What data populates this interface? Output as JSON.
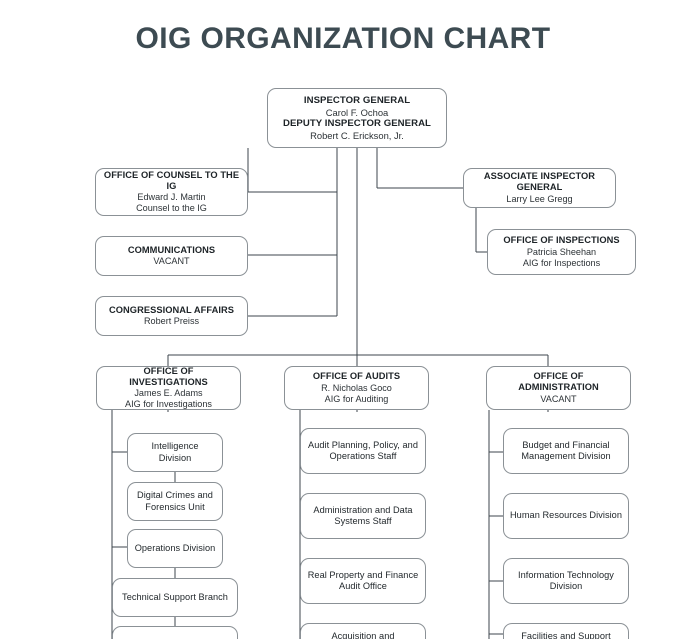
{
  "page": {
    "title": "OIG ORGANIZATION CHART",
    "background_color": "#ffffff",
    "title_color": "#3d4b52",
    "box_border_color": "#8b9196",
    "line_color": "#3c464c"
  },
  "nodes": {
    "inspector_general": {
      "title": "INSPECTOR GENERAL",
      "name": "Carol F. Ochoa",
      "deputy_title": "DEPUTY INSPECTOR GENERAL",
      "deputy_name": "Robert C. Erickson, Jr."
    },
    "counsel": {
      "title": "OFFICE OF COUNSEL TO THE IG",
      "name": "Edward J. Martin",
      "role": "Counsel to the IG"
    },
    "communications": {
      "title": "COMMUNICATIONS",
      "name": "VACANT"
    },
    "congressional_affairs": {
      "title": "CONGRESSIONAL AFFAIRS",
      "name": "Robert Preiss"
    },
    "associate_ig": {
      "title": "ASSOCIATE INSPECTOR GENERAL",
      "name": "Larry Lee Gregg"
    },
    "inspections": {
      "title": "OFFICE OF INSPECTIONS",
      "name": "Patricia Sheehan",
      "role": "AIG for Inspections"
    },
    "investigations": {
      "title": "OFFICE OF INVESTIGATIONS",
      "name": "James E. Adams",
      "role": "AIG for Investigations"
    },
    "audits": {
      "title": "OFFICE OF AUDITS",
      "name": "R. Nicholas Goco",
      "role": "AIG for Auditing"
    },
    "administration": {
      "title": "OFFICE OF ADMINISTRATION",
      "name": "VACANT"
    }
  },
  "columns": {
    "investigations_children": [
      {
        "label": "Intelligence Division"
      },
      {
        "label": "Digital Crimes and Forensics Unit"
      },
      {
        "label": "Operations Division"
      },
      {
        "label": "Technical Support Branch"
      }
    ],
    "audits_children": [
      {
        "label": "Audit Planning, Policy, and Operations Staff"
      },
      {
        "label": "Administration and Data Systems Staff"
      },
      {
        "label": "Real Property and Finance Audit Office"
      },
      {
        "label": "Acquisition and Information"
      }
    ],
    "administration_children": [
      {
        "label": "Budget and Financial Management Division"
      },
      {
        "label": "Human Resources Division"
      },
      {
        "label": "Information Technology Division"
      },
      {
        "label": "Facilities and Support"
      }
    ]
  }
}
